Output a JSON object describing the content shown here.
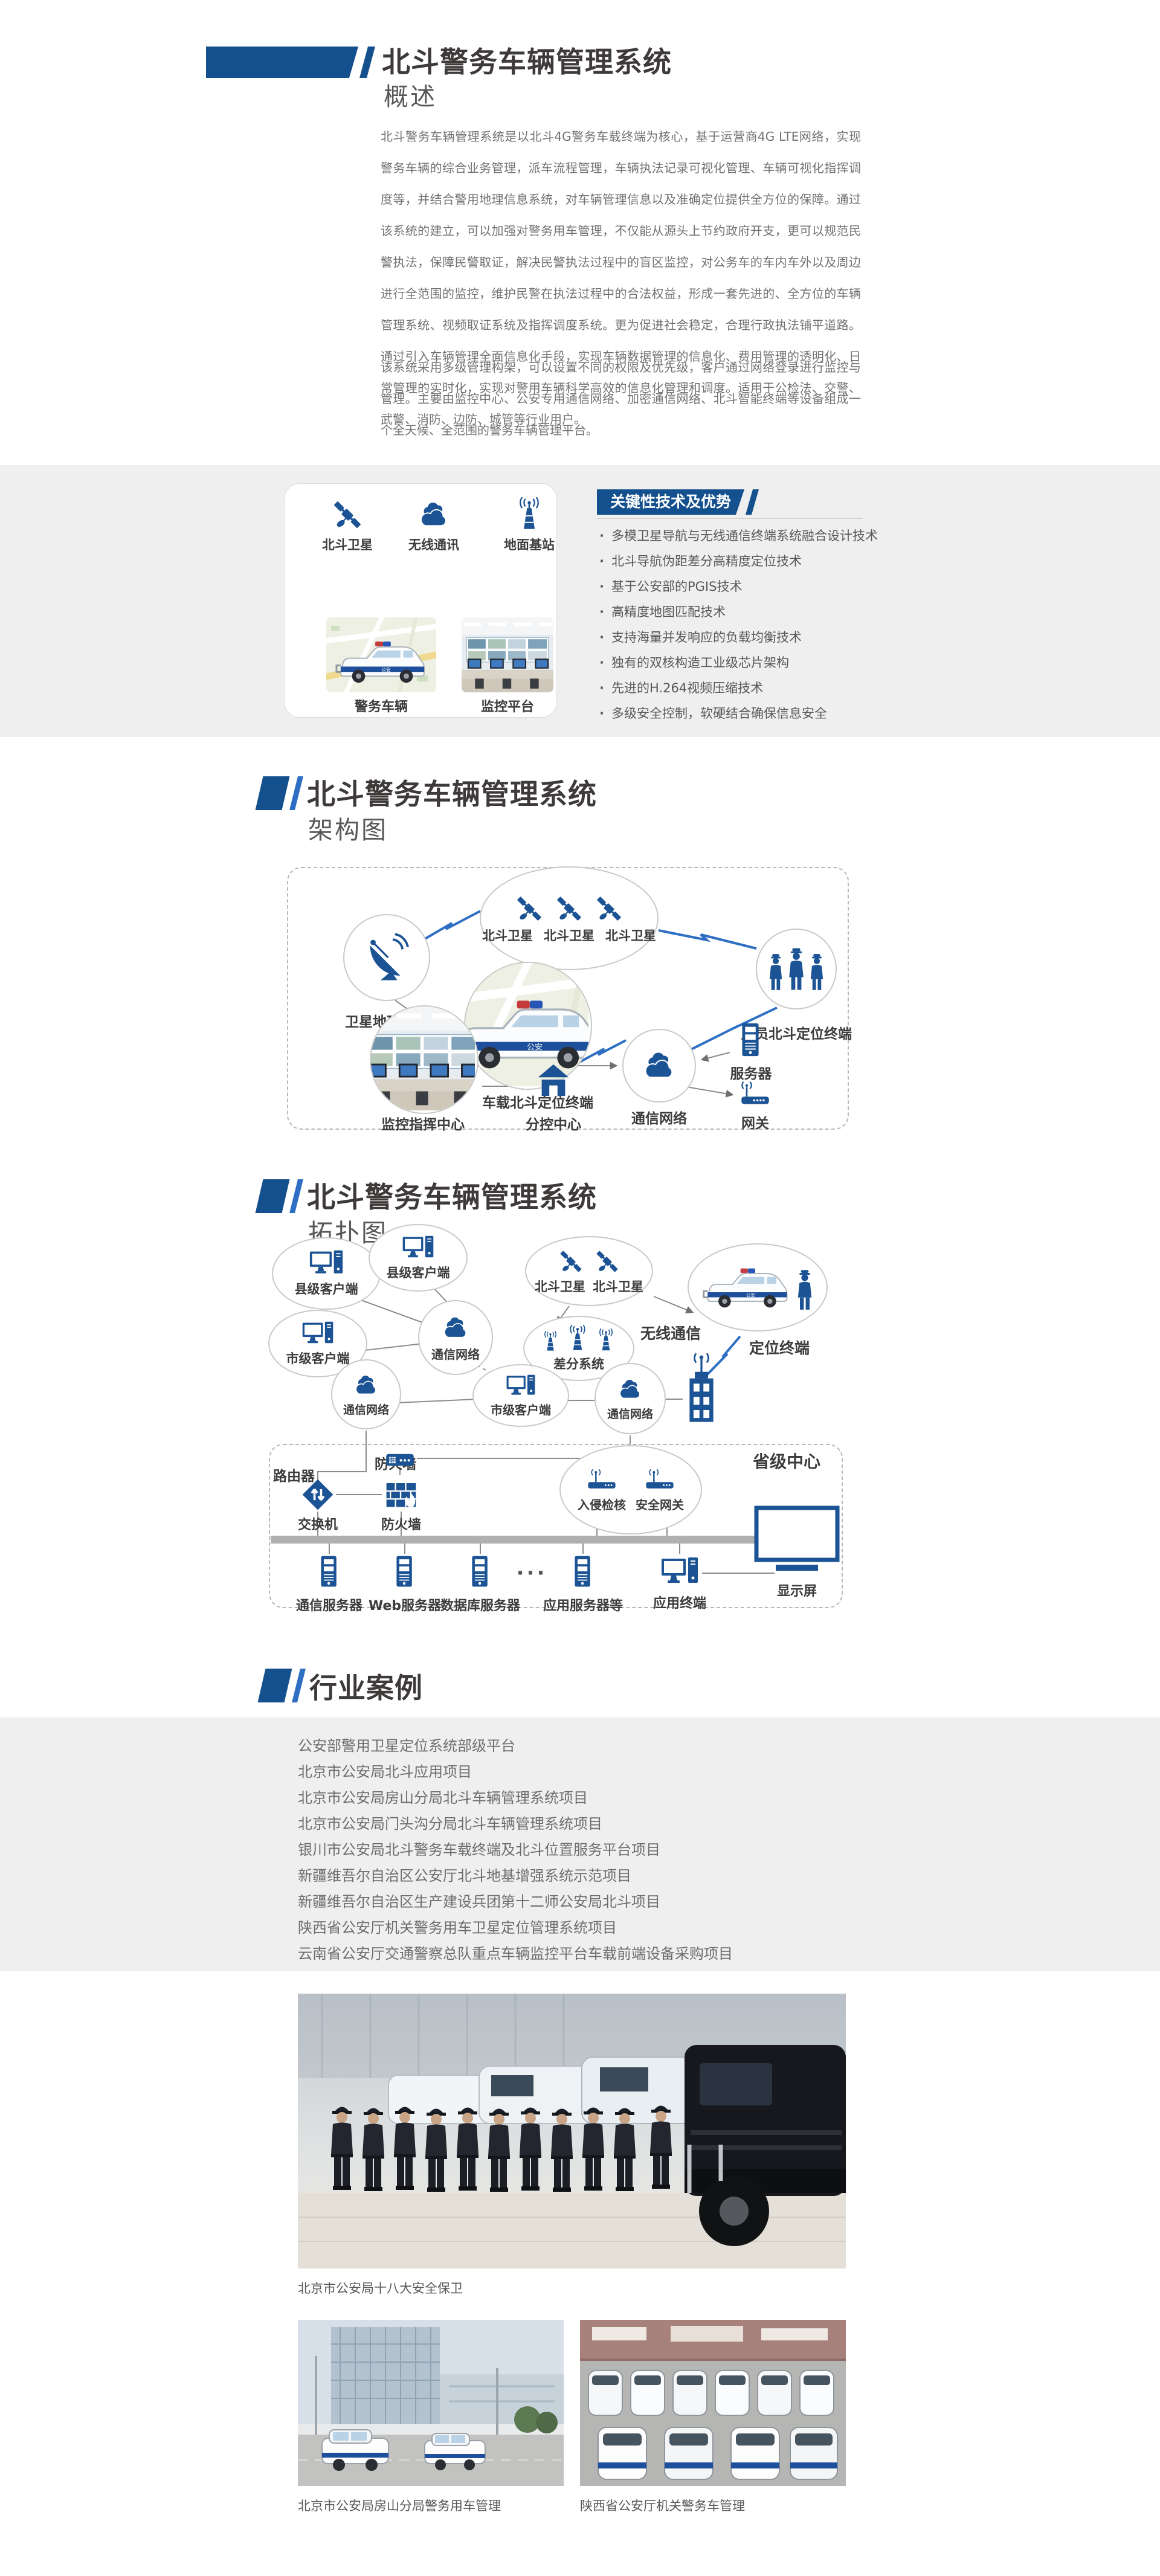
{
  "colors": {
    "accent": "#15508e",
    "accent_bright": "#2e6fc4",
    "icon_blue": "#1b5394",
    "band_gray": "#efefef",
    "title_dark": "#3e3a39",
    "body_gray": "#737070"
  },
  "overview": {
    "title": "北斗警务车辆管理系统",
    "subtitle": "概述",
    "para1": "北斗警务车辆管理系统是以北斗4G警务车载终端为核心，基于运营商4G LTE网络，实现警务车辆的综合业务管理，派车流程管理，车辆执法记录可视化管理、车辆可视化指挥调度等，并结合警用地理信息系统，对车辆管理信息以及准确定位提供全方位的保障。通过该系统的建立，可以加强对警务用车管理，不仅能从源头上节约政府开支，更可以规范民警执法，保障民警取证，解决民警执法过程中的盲区监控，对公务车的车内车外以及周边进行全范围的监控，维护民警在执法过程中的合法权益，形成一套先进的、全方位的车辆管理系统、视频取证系统及指挥调度系统。更为促进社会稳定，合理行政执法铺平道路。通过引入车辆管理全面信息化手段，实现车辆数据管理的信息化、费用管理的透明化、日常管理的实时化，实现对警用车辆科学高效的信息化管理和调度。适用于公检法、交警、武警、消防、边防、城管等行业用户。",
    "para2": "该系统采用多级管理构架，可以设置不同的权限及优先级，客户通过网络登录进行监控与管理。主要由监控中心、公安专用通信网络、加密通信网络、北斗智能终端等设备组成一个全天候、全范围的警务车辆管理平台。"
  },
  "concept": {
    "satellite": "北斗卫星",
    "wireless": "无线通讯",
    "station": "地面基站",
    "vehicle": "警务车辆",
    "platform": "监控平台"
  },
  "key_tech": {
    "tag": "关键性技术及优势",
    "bullets": [
      "多模卫星导航与无线通信终端系统融合设计技术",
      "北斗导航伪距差分高精度定位技术",
      "基于公安部的PGIS技术",
      "高精度地图匹配技术",
      "支持海量并发响应的负载均衡技术",
      "独有的双核构造工业级芯片架构",
      "先进的H.264视频压缩技术",
      "多级安全控制，软硬结合确保信息安全"
    ]
  },
  "architecture": {
    "title": "北斗警务车辆管理系统",
    "subtitle": "架构图",
    "sat1": "北斗卫星",
    "sat2": "北斗卫星",
    "sat3": "北斗卫星",
    "earth_station": "卫星地球主站",
    "vehicle_terminal": "车载北斗定位终端",
    "person_terminal": "人员北斗定位终端",
    "monitor_center": "监控指挥中心",
    "sub_center": "分控中心",
    "network": "通信网络",
    "server": "服务器",
    "gateway": "网关"
  },
  "topology": {
    "title": "北斗警务车辆管理系统",
    "subtitle": "拓扑图",
    "county_client1": "县级客户端",
    "county_client2": "县级客户端",
    "city_client1": "市级客户端",
    "city_client2": "市级客户端",
    "network1": "通信网络",
    "network2": "通信网络",
    "network3": "通信网络",
    "sat1": "北斗卫星",
    "sat2": "北斗卫星",
    "wireless": "无线通信",
    "terminal": "定位终端",
    "diff_system": "差分系统",
    "router": "路由器",
    "firewall1": "防火墙",
    "firewall2": "防火墙",
    "switch": "交换机",
    "intrusion": "入侵检核",
    "sec_gateway": "安全网关",
    "province_center": "省级中心",
    "display": "显示屏",
    "dots": "···",
    "servers": [
      "通信服务器",
      "Web服务器",
      "数据库服务器",
      "应用服务器等",
      "应用终端"
    ]
  },
  "cases": {
    "title": "行业案例",
    "items": [
      "公安部警用卫星定位系统部级平台",
      "北京市公安局北斗应用项目",
      "北京市公安局房山分局北斗车辆管理系统项目",
      "北京市公安局门头沟分局北斗车辆管理系统项目",
      "银川市公安局北斗警务车载终端及北斗位置服务平台项目",
      "新疆维吾尔自治区公安厅北斗地基增强系统示范项目",
      "新疆维吾尔自治区生产建设兵团第十二师公安局北斗项目",
      "陕西省公安厅机关警务用车卫星定位管理系统项目",
      "云南省公安厅交通警察总队重点车辆监控平台车载前端设备采购项目"
    ]
  },
  "photos": {
    "caption1": "北京市公安局十八大安全保卫",
    "caption2": "北京市公安局房山分局警务用车管理",
    "caption3": "陕西省公安厅机关警务车管理"
  }
}
